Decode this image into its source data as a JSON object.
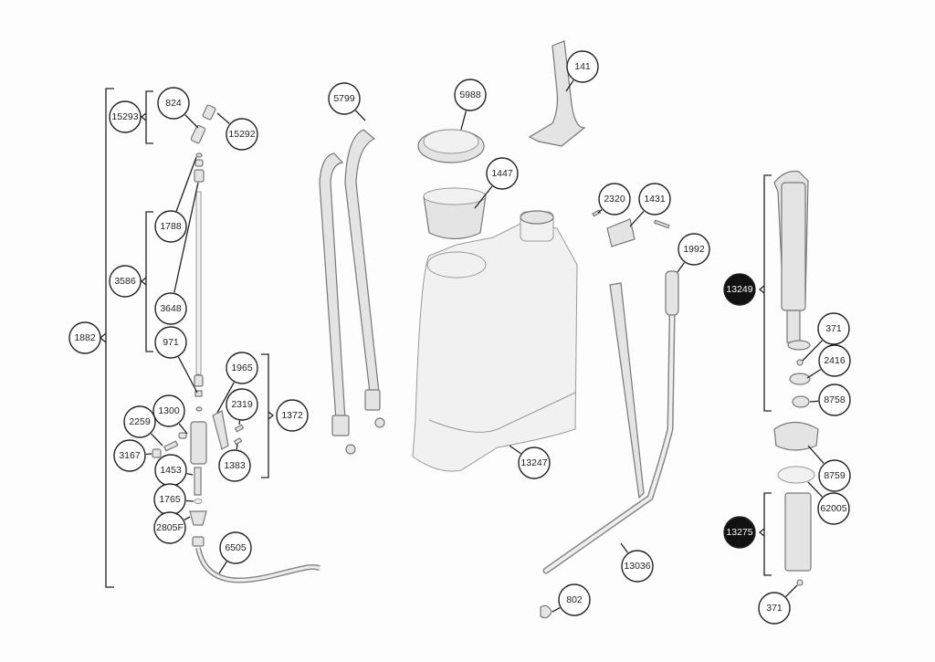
{
  "diagram": {
    "type": "exploded-parts-diagram",
    "callouts": [
      {
        "label": "15293",
        "style": "outline"
      },
      {
        "label": "824",
        "style": "outline"
      },
      {
        "label": "15292",
        "style": "outline"
      },
      {
        "label": "1788",
        "style": "outline"
      },
      {
        "label": "3586",
        "style": "outline"
      },
      {
        "label": "3648",
        "style": "outline"
      },
      {
        "label": "971",
        "style": "outline"
      },
      {
        "label": "1882",
        "style": "outline"
      },
      {
        "label": "1965",
        "style": "outline"
      },
      {
        "label": "2319",
        "style": "outline"
      },
      {
        "label": "1372",
        "style": "outline"
      },
      {
        "label": "1300",
        "style": "outline"
      },
      {
        "label": "2259",
        "style": "outline"
      },
      {
        "label": "3167",
        "style": "outline"
      },
      {
        "label": "1453",
        "style": "outline"
      },
      {
        "label": "1383",
        "style": "outline"
      },
      {
        "label": "1765",
        "style": "outline"
      },
      {
        "label": "2805F",
        "style": "outline"
      },
      {
        "label": "6505",
        "style": "outline"
      },
      {
        "label": "5799",
        "style": "outline"
      },
      {
        "label": "5988",
        "style": "outline"
      },
      {
        "label": "1447",
        "style": "outline"
      },
      {
        "label": "141",
        "style": "outline"
      },
      {
        "label": "2320",
        "style": "outline"
      },
      {
        "label": "1431",
        "style": "outline"
      },
      {
        "label": "1992",
        "style": "outline"
      },
      {
        "label": "13247",
        "style": "outline"
      },
      {
        "label": "13036",
        "style": "outline"
      },
      {
        "label": "802",
        "style": "outline"
      },
      {
        "label": "13249",
        "style": "filled"
      },
      {
        "label": "371",
        "style": "outline"
      },
      {
        "label": "2416",
        "style": "outline"
      },
      {
        "label": "8758",
        "style": "outline"
      },
      {
        "label": "8759",
        "style": "outline"
      },
      {
        "label": "62005",
        "style": "outline"
      },
      {
        "label": "13275",
        "style": "filled"
      },
      {
        "label": "371",
        "style": "outline"
      }
    ],
    "colors": {
      "ink": "#222222",
      "part_fill": "#e4e4e4",
      "filled_callout": "#111111"
    }
  }
}
